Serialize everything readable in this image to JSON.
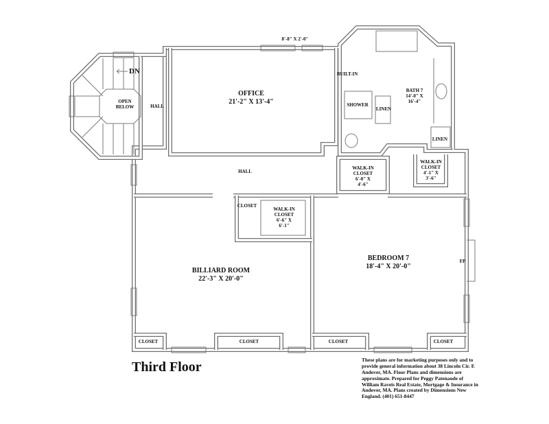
{
  "title": "Third Floor",
  "note": "These plans are for marketing purposes only and to provide general information about 38 Lincoln Cir. E Andover, MA. Floor Plans and dimensions are approximate. Prepared for Peggy Patenaude of William Raveis Real Estate, Mortgage & Insurance in Andover, MA. Plans created by Dimensions New England. (401) 651-8447",
  "rooms": {
    "office": {
      "name": "OFFICE",
      "dims": "21'-2\" X 13'-4\""
    },
    "office_window": "8'-8\" X 2'-0\"",
    "stair": {
      "dn": "DN",
      "open_below": [
        "OPEN",
        "BELOW"
      ]
    },
    "hall_left": "HALL",
    "hall_center": "HALL",
    "built_in": "BUILT-IN",
    "shower": "SHOWER",
    "linen_1": "LINEN",
    "linen_2": "LINEN",
    "bath": {
      "name": "BATH 7",
      "dims1": "14'-0\" X",
      "dims2": "16'-4\""
    },
    "walkin_1": {
      "l1": "WALK-IN",
      "l2": "CLOSET",
      "l3": "6'-0\" X",
      "l4": "4'-6\""
    },
    "walkin_2": {
      "l1": "WALK-IN",
      "l2": "CLOSET",
      "l3": "4'-1\" X",
      "l4": "3'-6\""
    },
    "walkin_3": {
      "l1": "WALK-IN",
      "l2": "CLOSET",
      "l3": "6'-6\" X",
      "l4": "6'-1\""
    },
    "closet_hall": "CLOSET",
    "bedroom": {
      "name": "BEDROOM 7",
      "dims": "18'-4\" X 20'-0\""
    },
    "fireplace": "FP",
    "billiard": {
      "name": "BILLIARD ROOM",
      "dims": "22'-3\" X 20'-0\""
    },
    "closets_bottom": [
      "CLOSET",
      "CLOSET",
      "CLOSET",
      "CLOSET"
    ]
  }
}
